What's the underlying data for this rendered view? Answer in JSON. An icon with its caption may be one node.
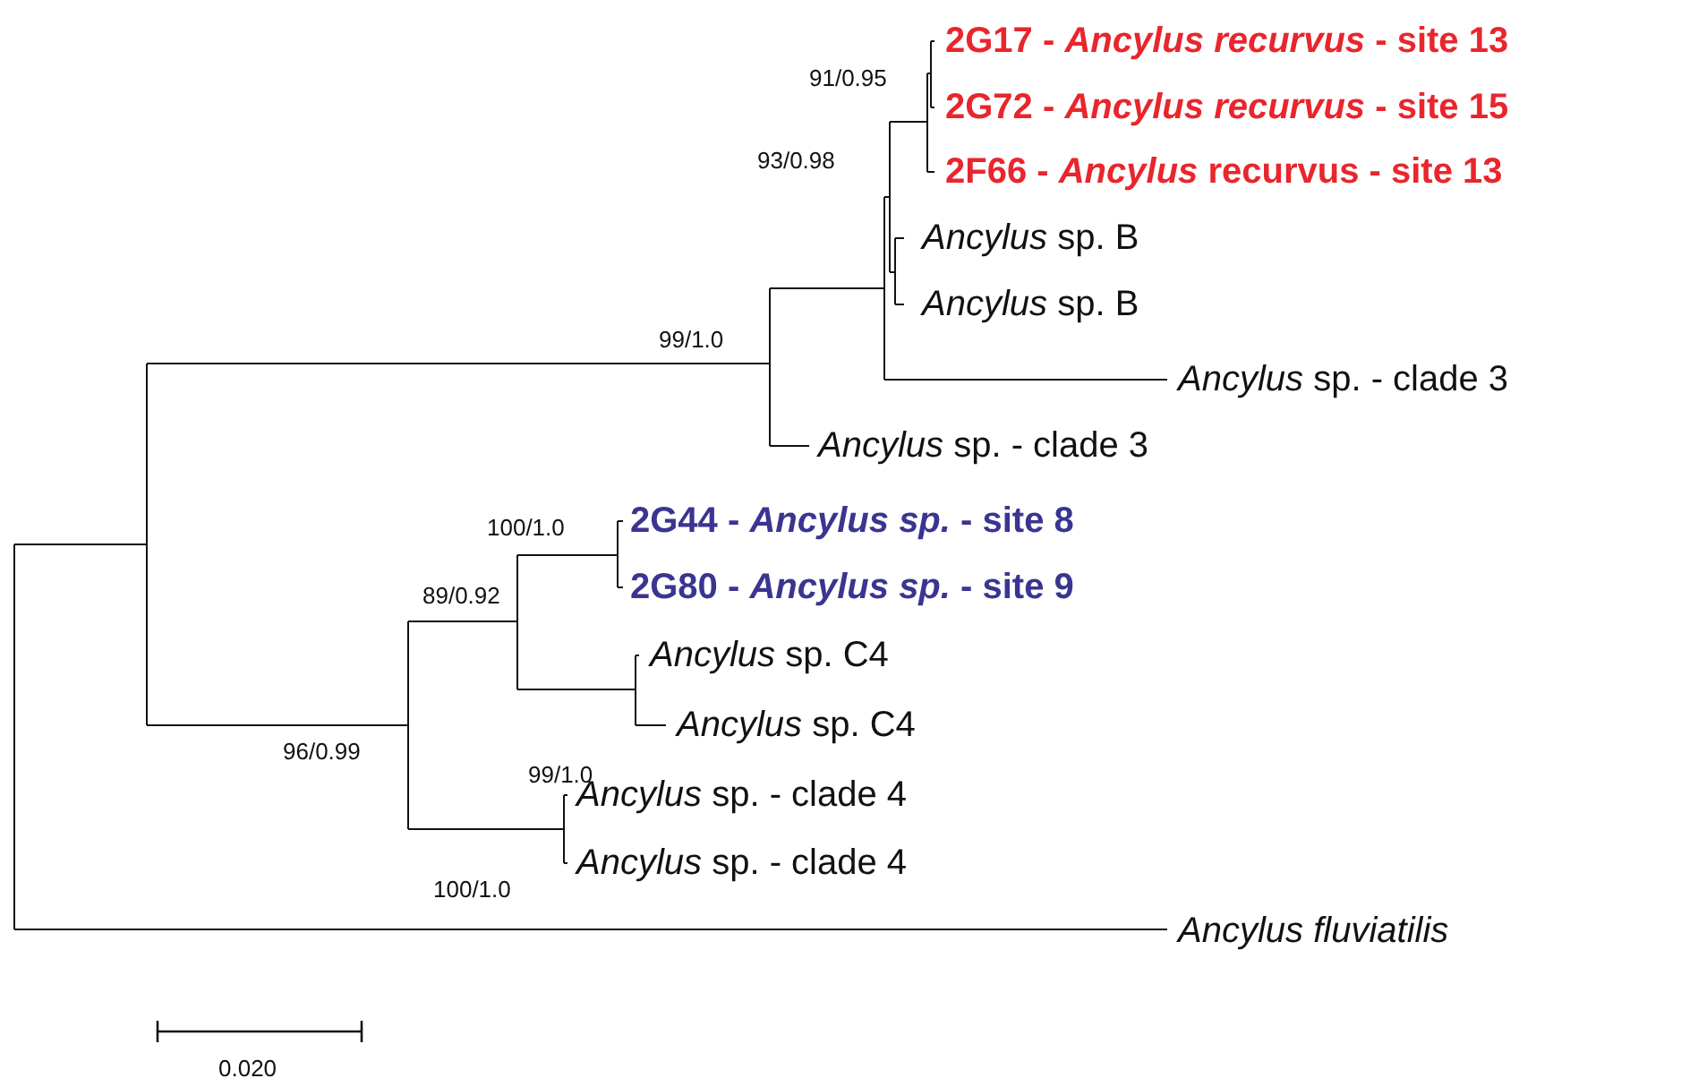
{
  "diagram": {
    "labels": [
      "2G17 - *Ancylus recurvus* - site 13",
      "91/0.95",
      "2G72 - *Ancylus recurvus* - site 15",
      "93/0.98",
      "2F66 - *Ancylus* recurvus - site 13",
      "*Ancylus* sp. B",
      "*Ancylus* sp. B",
      "99/1.0",
      "*Ancylus* sp. - clade 3",
      "*Ancylus* sp. - clade 3",
      "100/1.0",
      "2G44 - *Ancylus sp.* - site 8",
      "2G80 - *Ancylus sp.* - site 9",
      "89/0.92",
      "*Ancylus* sp. C4",
      "99/1.0",
      "*Ancylus* sp. C4",
      "96/0.99",
      "*Ancylus* sp. - clade 4",
      "100/1.0",
      "*Ancylus* sp. - clade 4",
      "*Ancylus fluviatilis*",
      "0.020"
    ]
  }
}
